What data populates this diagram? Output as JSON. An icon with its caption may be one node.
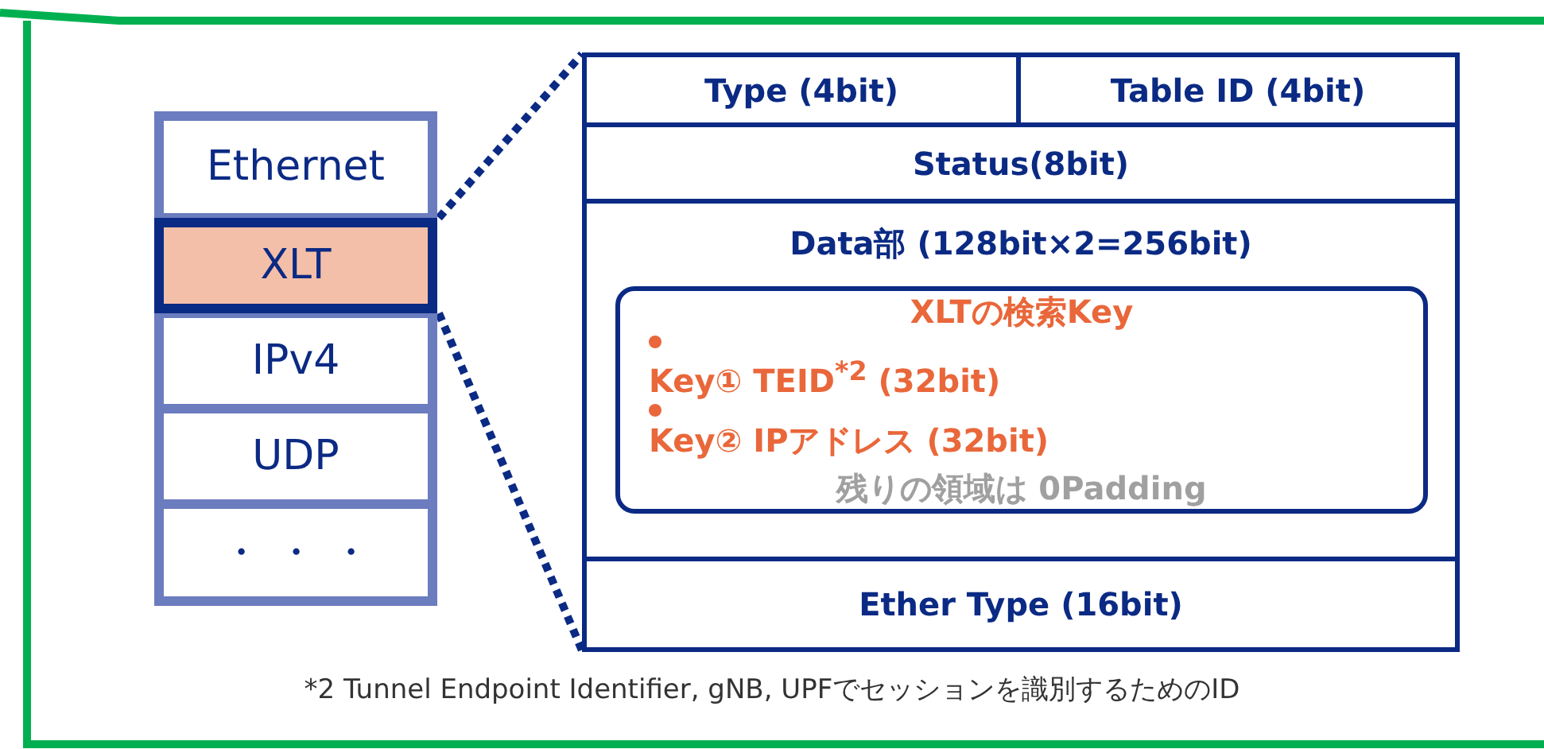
{
  "diagram": {
    "nodes": [
      {
        "text": [
          "Ethernet"
        ]
      },
      {
        "text": [
          "XLT"
        ]
      },
      {
        "text": [
          "IPv4"
        ]
      },
      {
        "text": [
          "UDP"
        ]
      },
      {
        "text": [
          "・ ・ ・"
        ]
      },
      {
        "text": [],
        "shape": "box"
      },
      {
        "text": [
          "Type (4bit)"
        ],
        "in": 5
      },
      {
        "text": [
          "Table ID (4bit)"
        ],
        "in": 5
      },
      {
        "text": [
          "Status(8bit)"
        ],
        "in": 5
      },
      {
        "text": [
          "Data部 (128bit×2=256bit)"
        ],
        "in": 5
      },
      {
        "text": [
          "XLTの検索Key",
          "Key① TEID$^{*2}$ (32bit)",
          "Key② IPアドレス (32bit)",
          "残りの領域は 0Padding"
        ],
        "in": 9
      },
      {
        "text": [
          "Ether Type (16bit)"
        ],
        "in": 5
      }
    ],
    "edges": [
      {
        "from": 1,
        "to": 5,
        "arrow": "none",
        "style": "dashed"
      },
      {
        "from": 1,
        "to": 5,
        "arrow": "none",
        "style": "dashed"
      }
    ],
    "labels": [
      "*2 Tunnel Endpoint Identifier, gNB, UPFでセッションを識別するためのID"
    ]
  }
}
